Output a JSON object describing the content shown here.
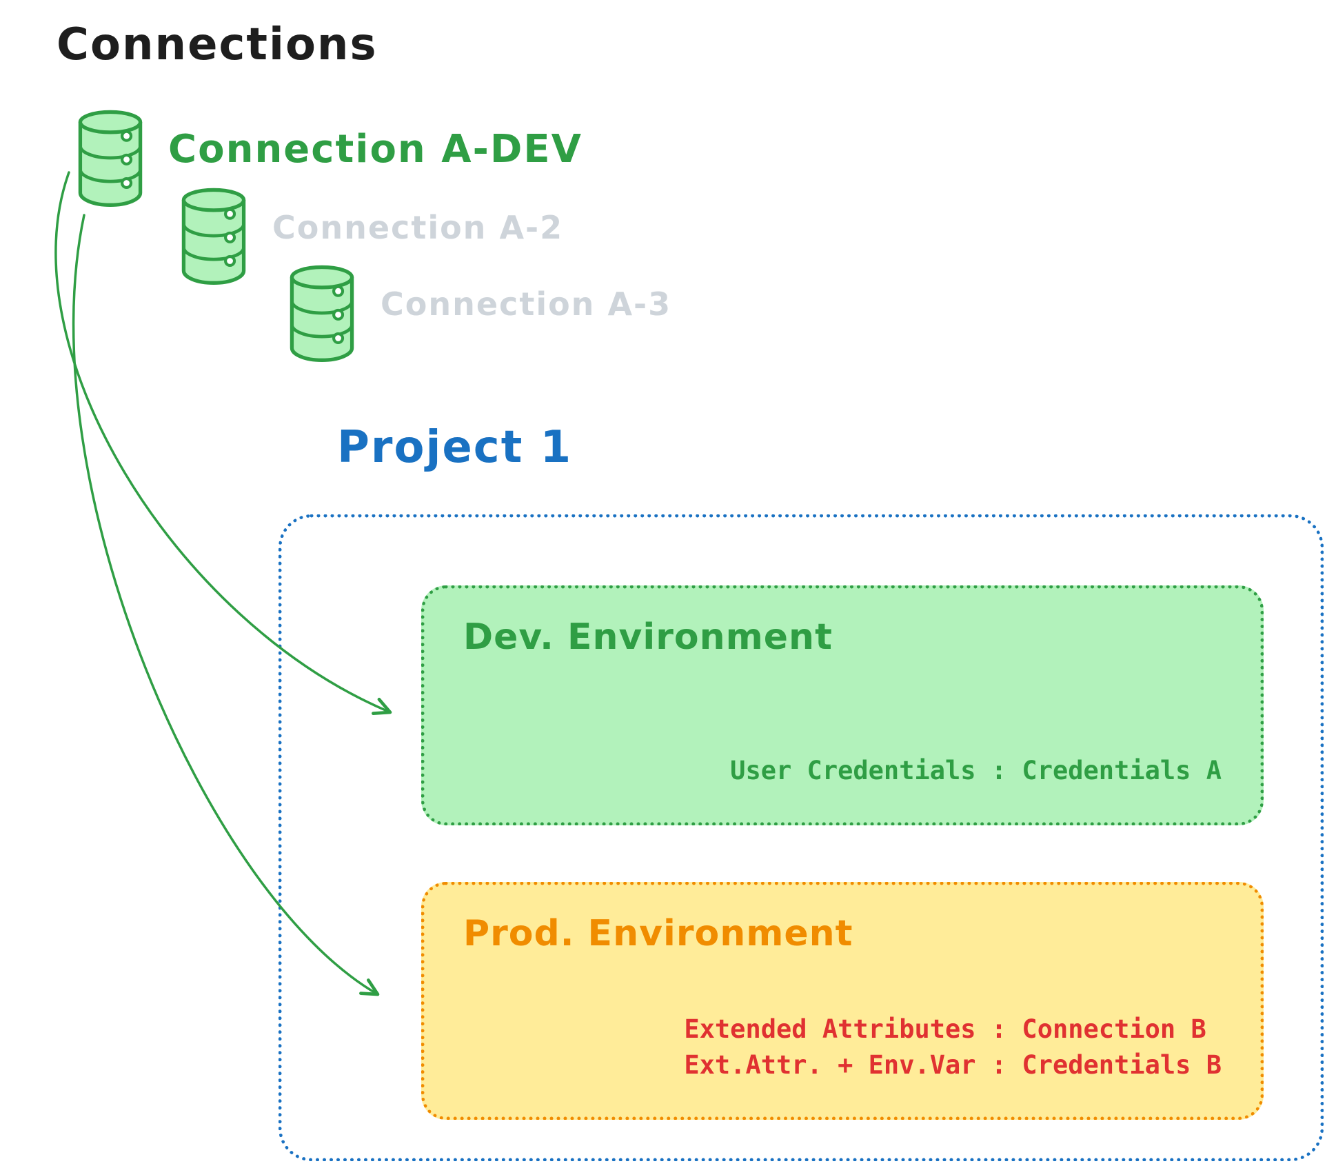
{
  "title": "Connections",
  "connections": {
    "a_dev": {
      "label": "Connection A-DEV",
      "color": "#2f9e44",
      "icon": "database-icon"
    },
    "a_2": {
      "label": "Connection A-2",
      "color": "#ced4da",
      "icon": "database-icon"
    },
    "a_3": {
      "label": "Connection A-3",
      "color": "#ced4da",
      "icon": "database-icon"
    }
  },
  "project": {
    "title": "Project 1",
    "dev_environment": {
      "title": "Dev. Environment",
      "user_credentials": "User Credentials : Credentials A"
    },
    "prod_environment": {
      "title": "Prod. Environment",
      "extended_attributes": "Extended Attributes : Connection B",
      "ext_attr_env_var": "Ext.Attr. + Env.Var : Credentials B"
    }
  },
  "colors": {
    "title_text": "#1e1e1e",
    "green": "#2f9e44",
    "green_fill": "#b2f2bb",
    "muted_gray": "#ced4da",
    "blue": "#1971c2",
    "orange": "#f08c00",
    "yellow_fill": "#ffec99",
    "red": "#e03131"
  }
}
